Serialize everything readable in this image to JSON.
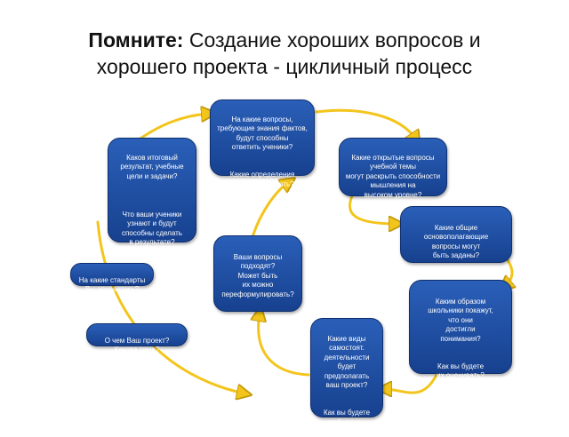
{
  "title": {
    "bold": "Помните:",
    "line1_rest": " Создание хороших вопросов и",
    "line2": "хорошего проекта  - цикличный процесс"
  },
  "colors": {
    "node_fill": "#1c4da1",
    "arrow": "#f3c51c"
  },
  "nodes": {
    "top_questions": "На какие вопросы,\nтребующие знания фактов,\nбудут способны\nответить ученики?",
    "top_definitions": "Какие определения\nони должны знать?",
    "results_goals": "Каков итоговый\nрезультат, учебные\nцели и задачи?",
    "results_know": "Что ваши ученики\nузнают и будут\nспособны сделать\nв результате?",
    "open_questions": "Какие открытые вопросы\nучебной темы\nмогут  раскрыть способности\nмышления на\nвысоком уровне?",
    "fundamental": "Какие общие\nосновополагающие\nвопросы могут\nбыть заданы?",
    "center": "Ваши вопросы\nподходят?\nМожет быть\nих можно\nпереформулировать?",
    "show_understanding": "Каким образом\nшкольники покажут,\nчто они\nдостигли\nпонимания?",
    "assess": "Как вы будете\nих оценивать?",
    "activities": "Какие виды\nсамостоят.\nдеятельности\nбудет\nпредполагать\nваш проект?",
    "motivate": "Как вы будете\nпобуждать\nшкольников?",
    "standards": "На какие стандарты\nВы опираетесь?",
    "topic": "О чем Ваш проект?\nКакова тема?"
  }
}
